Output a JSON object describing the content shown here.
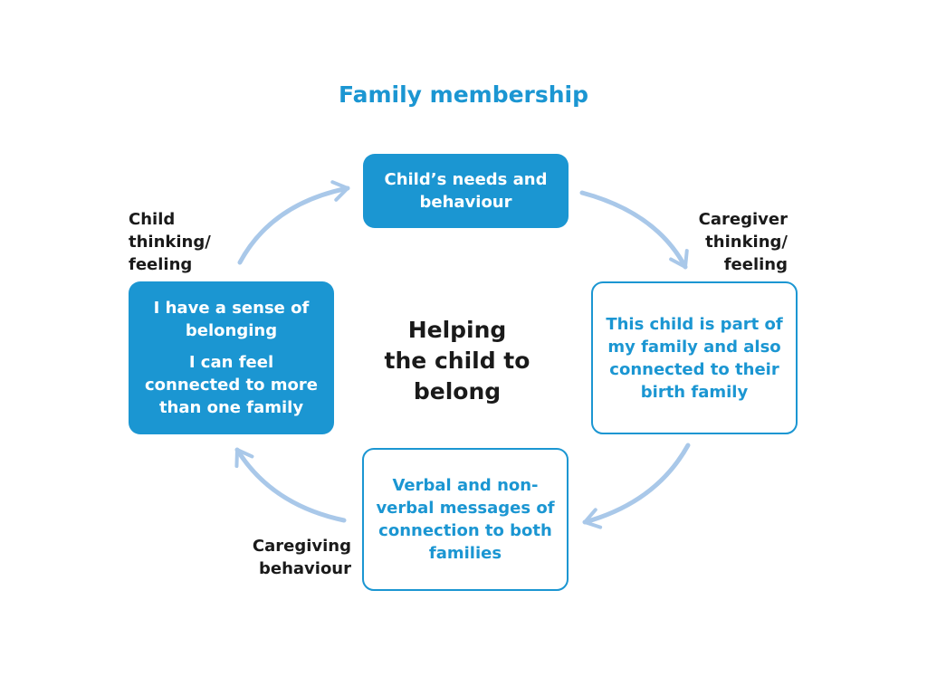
{
  "title": "Family membership",
  "center": "Helping\nthe child to\nbelong",
  "boxes": {
    "top": {
      "text": "Child’s needs and\nbehaviour"
    },
    "left": {
      "line1": "I have a sense of\nbelonging",
      "line2": "I can feel\nconnected to more\nthan one family"
    },
    "right": {
      "text": "This child is part of\nmy family and also\nconnected to their\nbirth family"
    },
    "bottom": {
      "text": "Verbal and non-\nverbal messages of\nconnection to both\nfamilies"
    }
  },
  "labels": {
    "child": "Child\nthinking/\nfeeling",
    "caregiver": "Caregiver\nthinking/\nfeeling",
    "caregiving": "Caregiving\nbehaviour"
  },
  "colors": {
    "accent": "#1b96d2",
    "arrow": "#a9c8e9",
    "text": "#1a1a1a"
  }
}
